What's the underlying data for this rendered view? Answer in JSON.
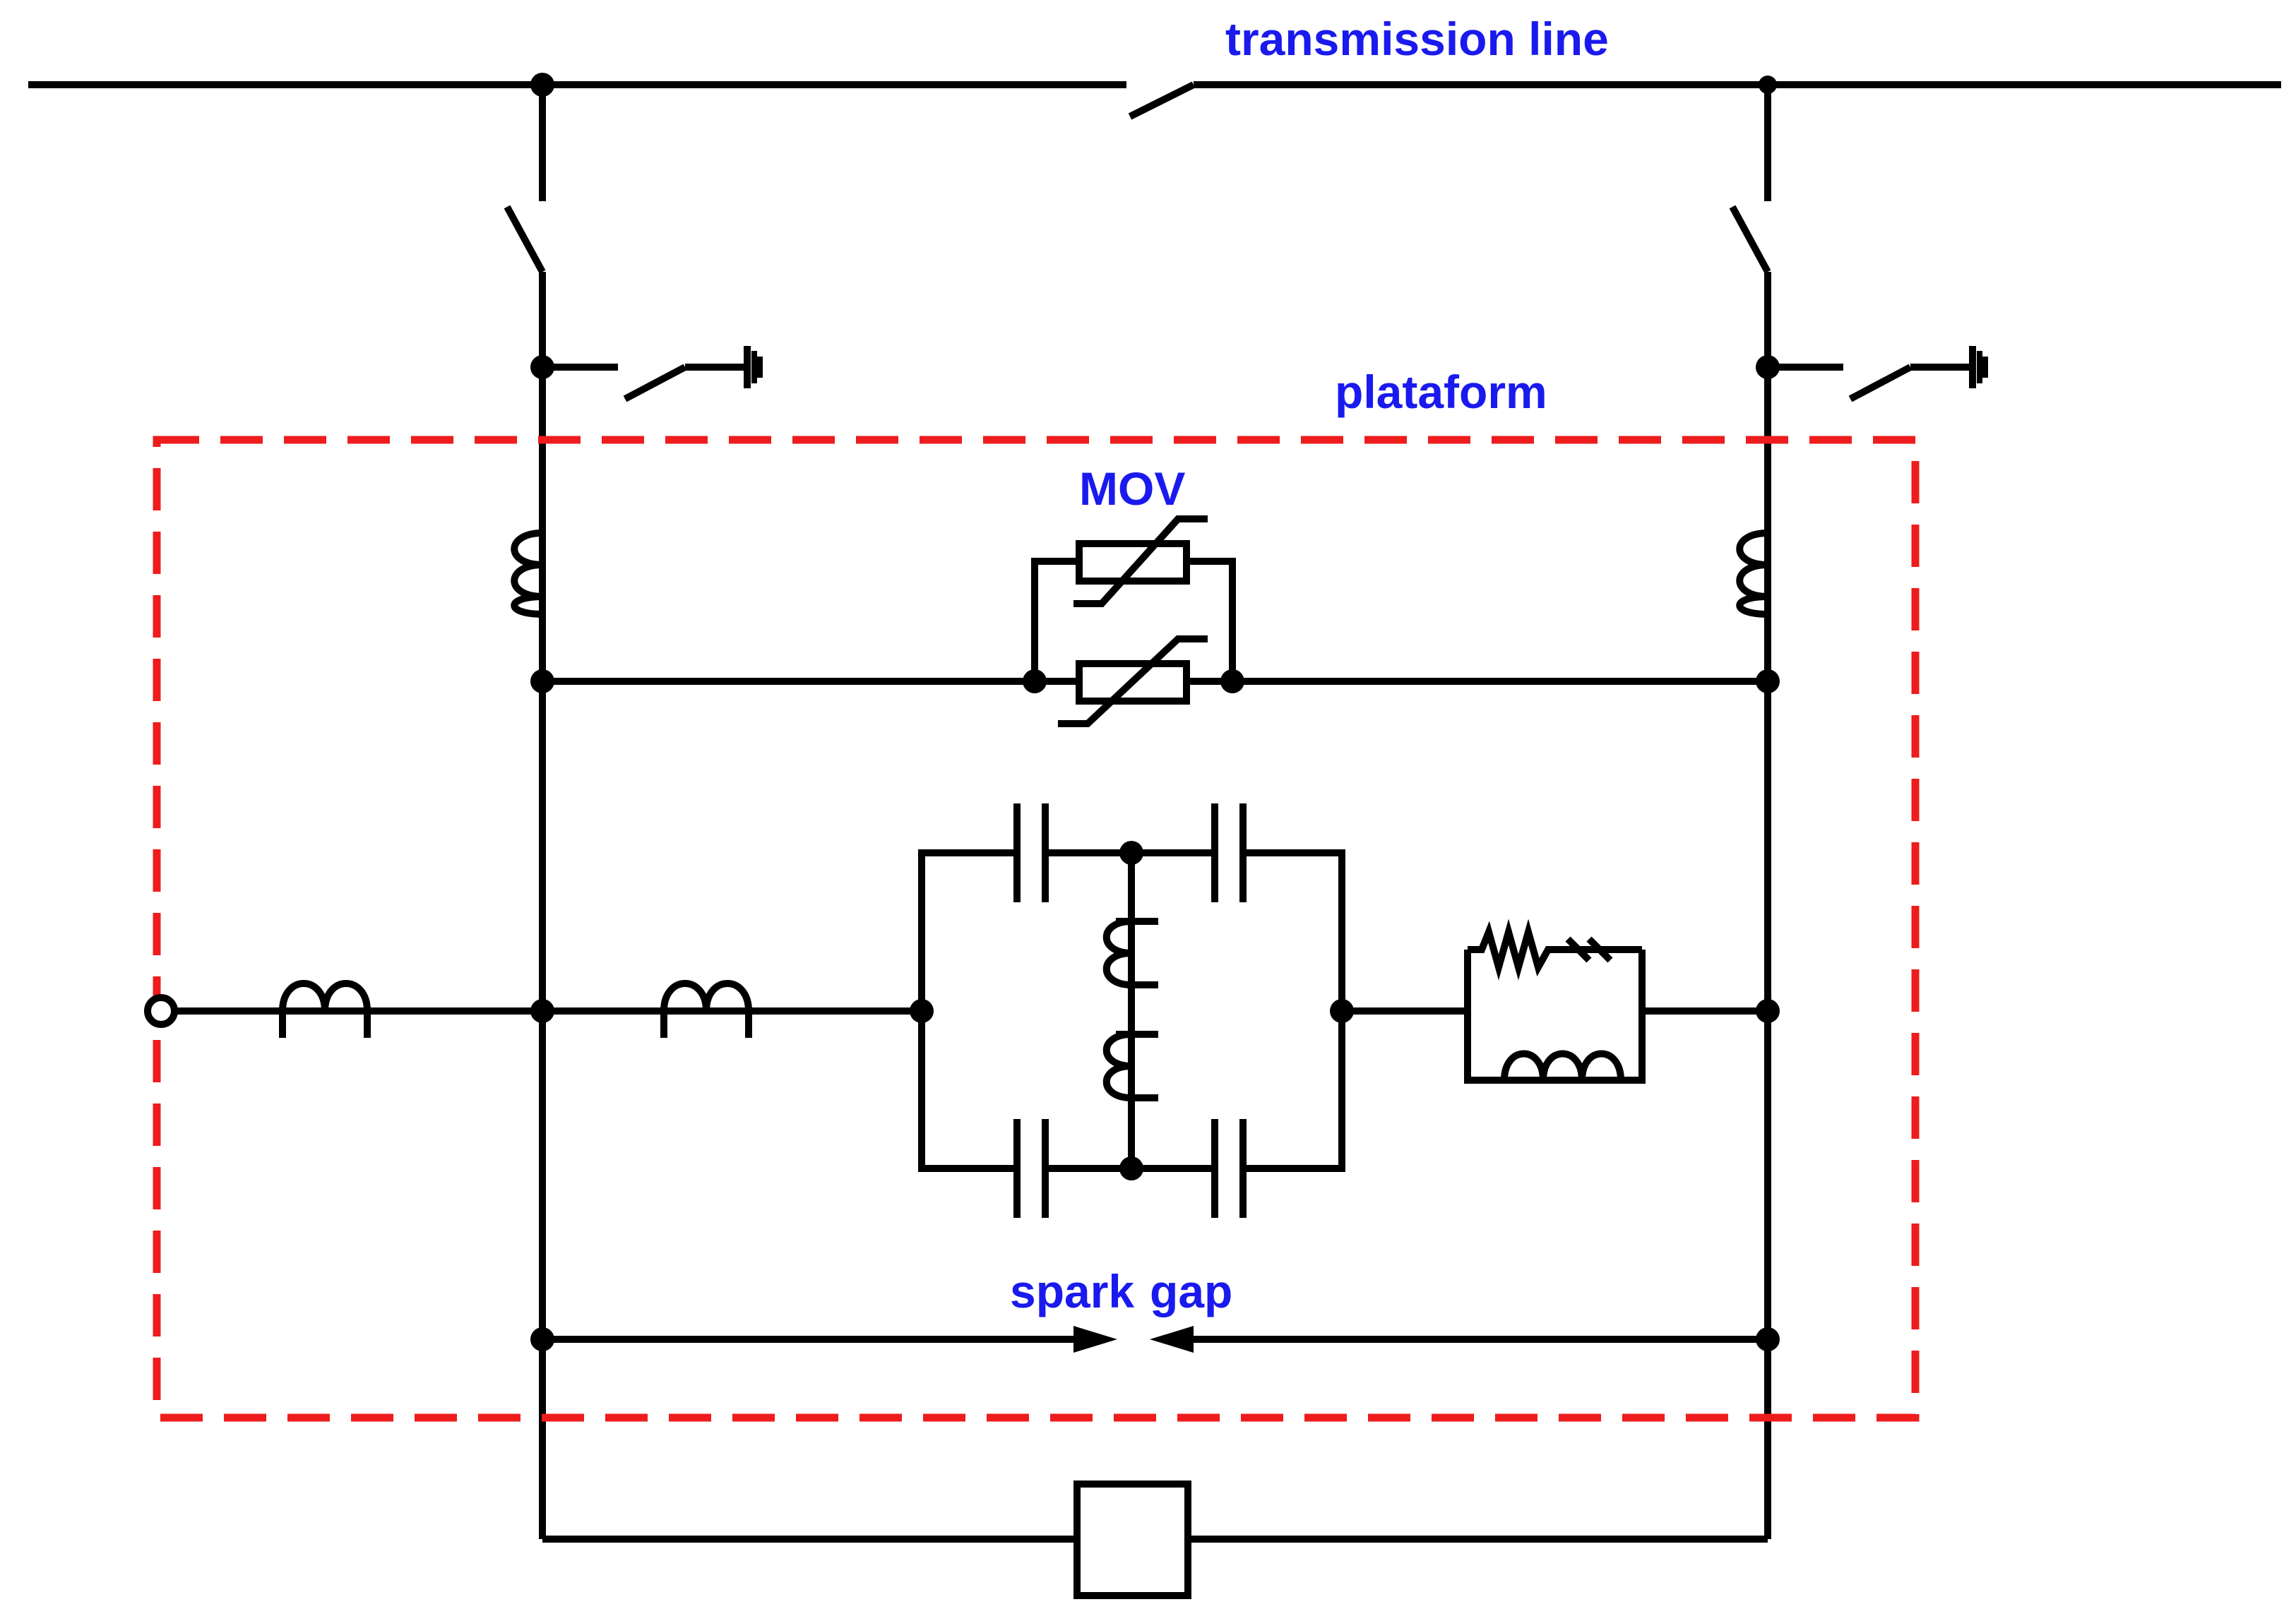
{
  "labels": {
    "transmission_line": "transmission line",
    "platform": "plataform",
    "mov": "MOV",
    "spark": "spark",
    "gap": "gap"
  },
  "colors": {
    "label_text": "#1a1aee",
    "platform_border": "#ee1c1c",
    "wire": "#000000"
  }
}
